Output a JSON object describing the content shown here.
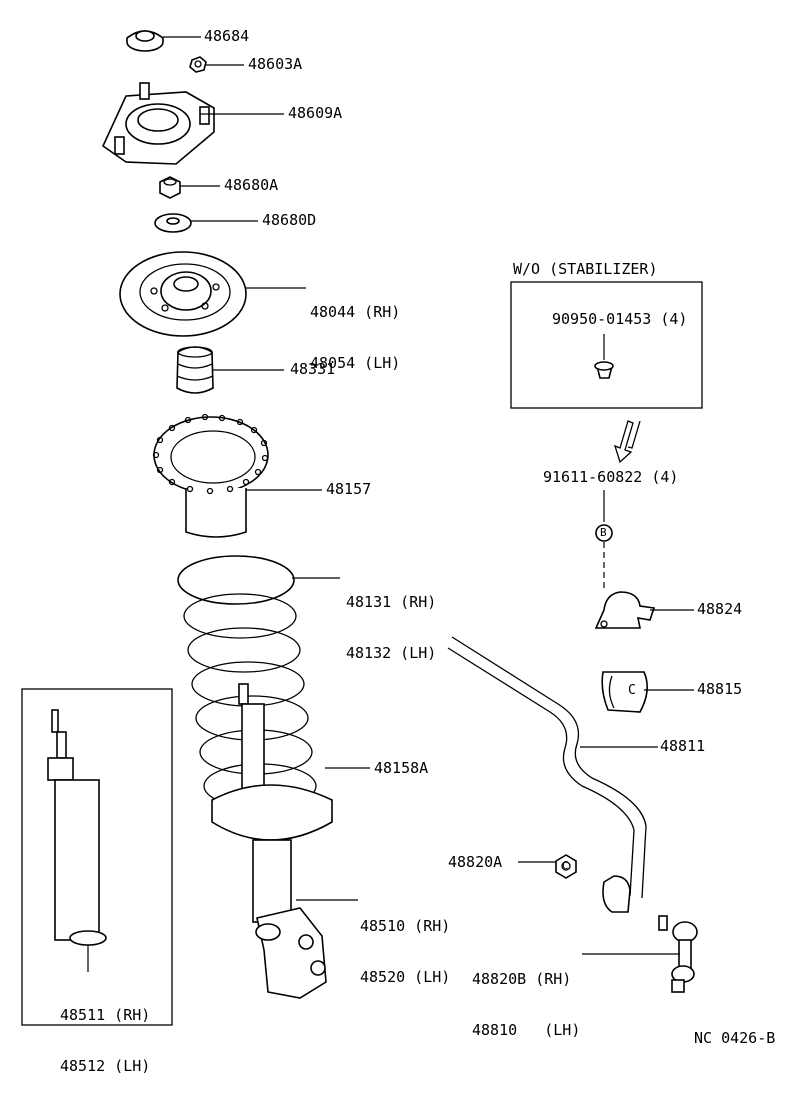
{
  "labels": {
    "p48684": "48684",
    "p48603A": "48603A",
    "p48609A": "48609A",
    "p48680A": "48680A",
    "p48680D": "48680D",
    "p48044": "48044 (RH)",
    "p48054": "48054 (LH)",
    "p48331": "48331",
    "p48157": "48157",
    "p48131": "48131 (RH)",
    "p48132": "48132 (LH)",
    "p48158A": "48158A",
    "p48510": "48510 (RH)",
    "p48520": "48520 (LH)",
    "p48511": "48511 (RH)",
    "p48512": "48512 (LH)",
    "wo_title": "W/O (STABILIZER)",
    "p90950": "90950-01453 (4)",
    "p91611": "91611-60822 (4)",
    "p48824": "48824",
    "p48815": "48815",
    "p48811": "48811",
    "p48820A": "48820A",
    "p48820B": "48820B (RH)",
    "p48810": "48810   (LH)",
    "ref_code": "NC 0426-B",
    "bolt_marker": "B",
    "bushing_marker": "C",
    "nut_marker": "C"
  },
  "icons": {
    "arrow": "hollow-down-arrow-icon"
  }
}
